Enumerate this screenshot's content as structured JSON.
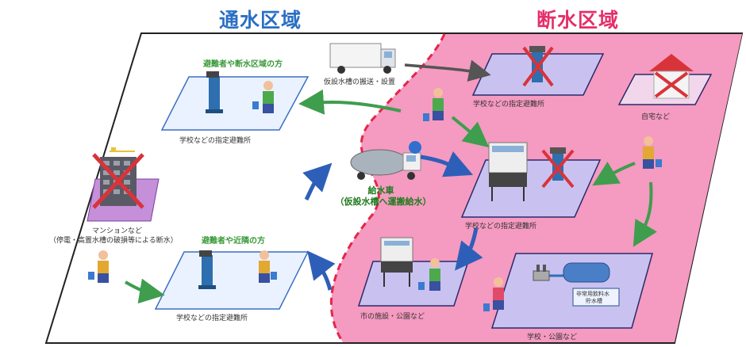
{
  "titles": {
    "left": "通水区域",
    "right": "断水区域"
  },
  "colors": {
    "left_title": "#2a6fc4",
    "right_title": "#e4306a",
    "cut_area": "#f59ac0",
    "boundary": "#e6254a",
    "green_arrow": "#3f9d4e",
    "blue_arrow": "#2e5fb8",
    "zone_fill": "#c9c2f0",
    "house_cross": "#d9333a"
  },
  "labels": {
    "top_group": "避難者や断水区域の方",
    "top_shelter": "学校などの指定避難所",
    "truck": "仮設水槽の搬送・設置",
    "mansion_line1": "マンションなど",
    "mansion_line2": "（停電・高置水槽の破損等による断水）",
    "bottom_group": "避難者や近隣の方",
    "bottom_shelter": "学校などの指定避難所",
    "right_top_shelter": "学校などの指定避難所",
    "home": "自宅など",
    "center_shelter": "学校などの指定避難所",
    "supply_truck_line1": "給水車",
    "supply_truck_line2": "（仮設水槽へ運搬給水）",
    "park": "市の施設・公園など",
    "school_park": "学校・公園など",
    "storage_tank_line1": "非常用飲料水",
    "storage_tank_line2": "貯水槽"
  }
}
